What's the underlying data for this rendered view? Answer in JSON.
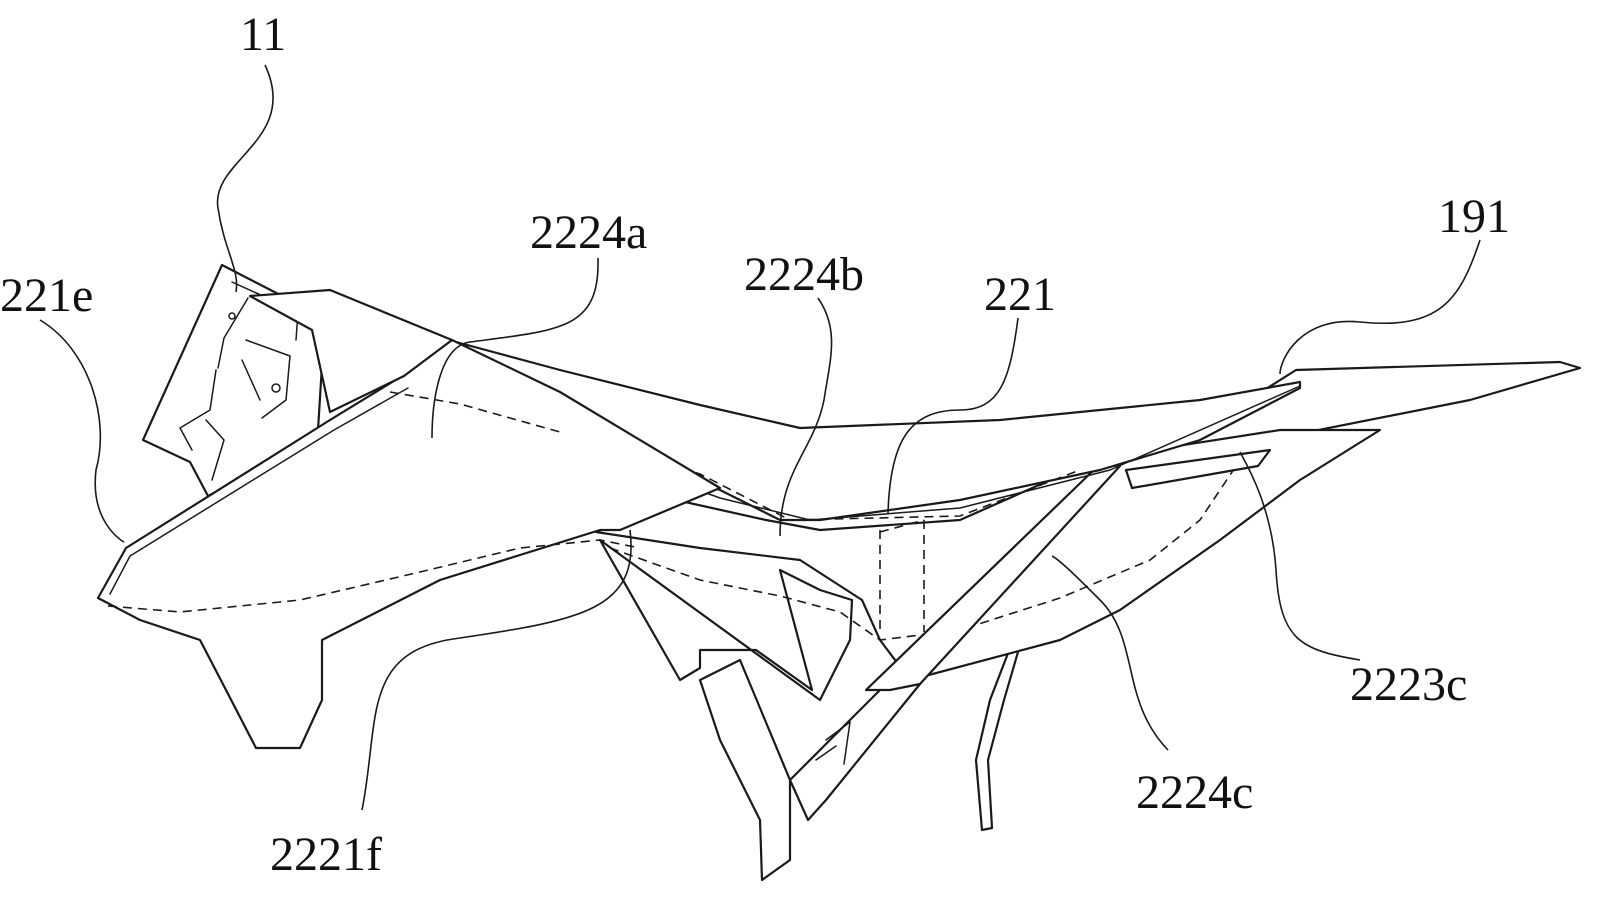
{
  "figure": {
    "labels": {
      "l11": "11",
      "l2221e": "221e",
      "l2224a": "2224a",
      "l2224b": "2224b",
      "l221": "221",
      "l191": "191",
      "l2223c": "2223c",
      "l2224c": "2224c",
      "l2221f": "2221f"
    }
  }
}
